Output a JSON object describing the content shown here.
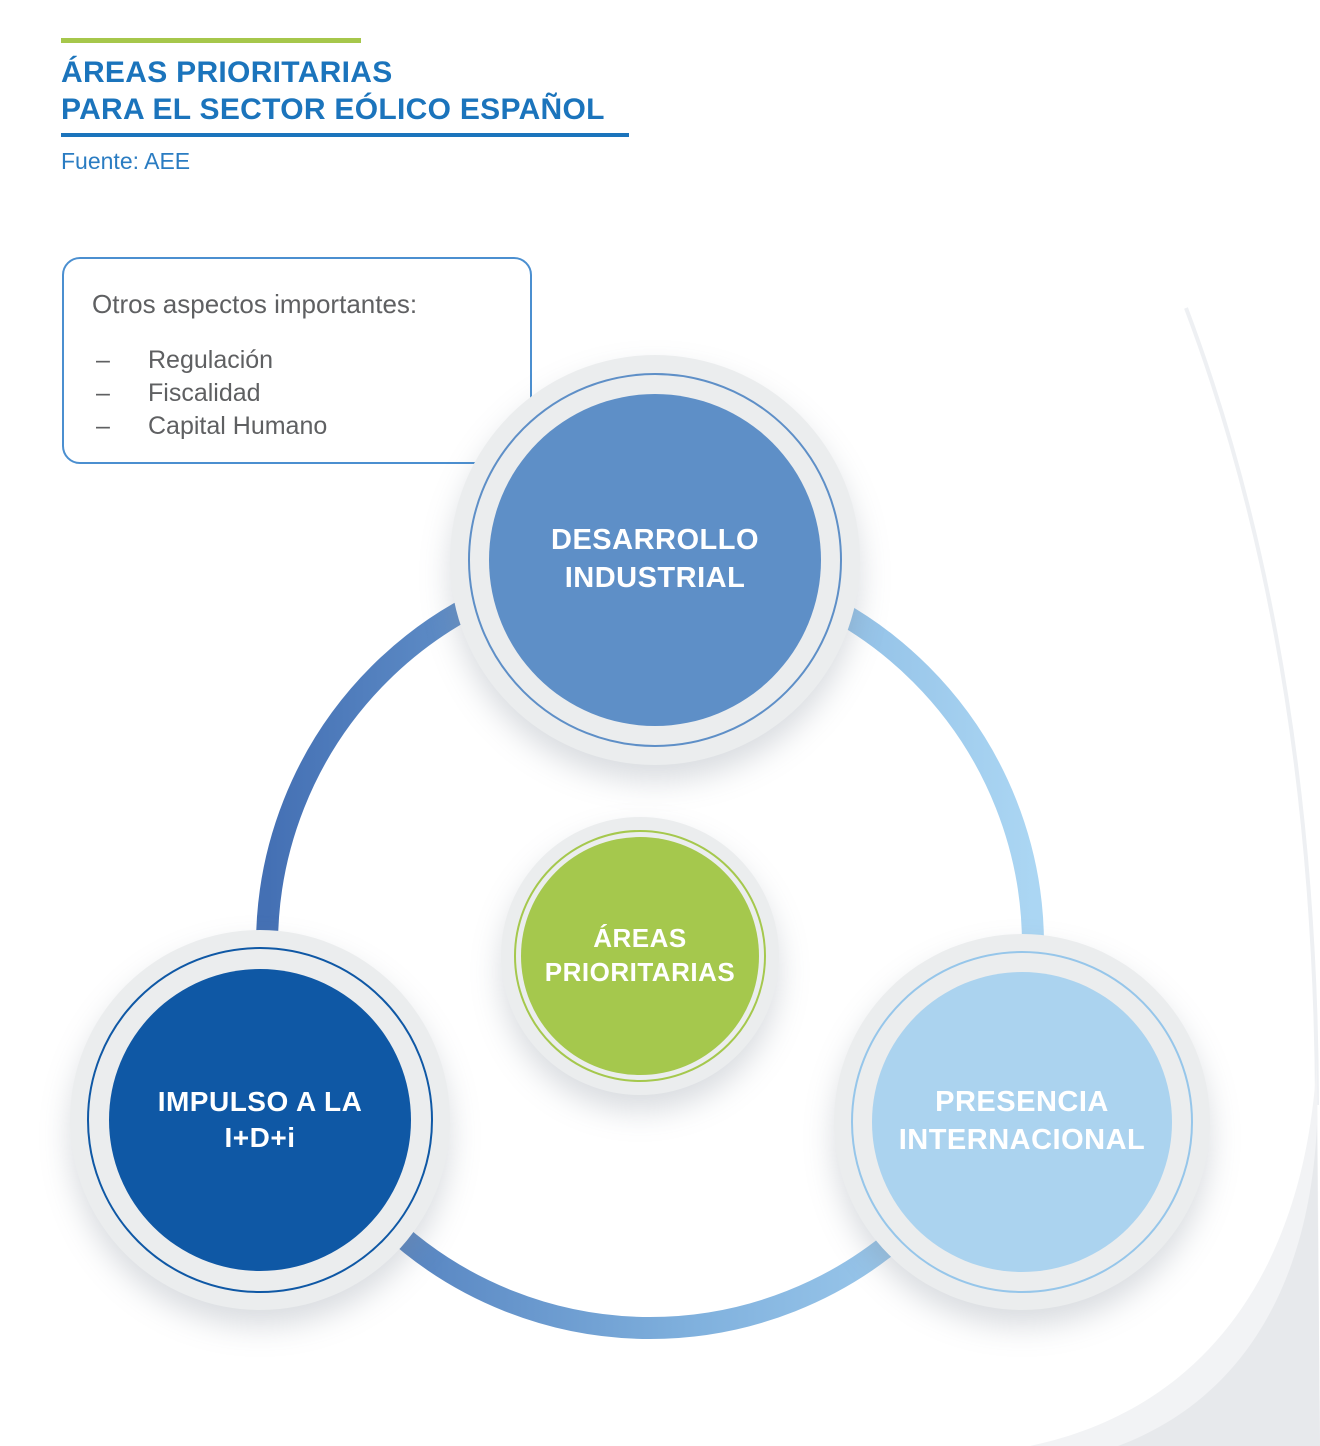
{
  "header": {
    "title_line1": "ÁREAS PRIORITARIAS",
    "title_line2": "PARA EL SECTOR EÓLICO ESPAÑOL",
    "source": "Fuente: AEE"
  },
  "aside_box": {
    "heading": "Otros aspectos importantes:",
    "bullet": "–",
    "items": [
      "Regulación",
      "Fiscalidad",
      "Capital Humano"
    ]
  },
  "diagram": {
    "center": {
      "line1": "ÁREAS",
      "line2": "PRIORITARIAS",
      "color": "#a5c84d"
    },
    "top": {
      "line1": "DESARROLLO",
      "line2": "INDUSTRIAL",
      "color": "#5e8fc7"
    },
    "left": {
      "line1": "IMPULSO A LA",
      "line2": "I+D+i",
      "color": "#0f58a5"
    },
    "right": {
      "line1": "PRESENCIA",
      "line2": "INTERNACIONAL",
      "color": "#abd3ef"
    }
  },
  "colors": {
    "accent_green": "#a6c74b",
    "title_blue": "#1b74bc",
    "box_border_blue": "#4b8fd0",
    "text_gray": "#5f6062",
    "ring_gradient_start": "#4470b4",
    "ring_gradient_end": "#abd6f3"
  }
}
